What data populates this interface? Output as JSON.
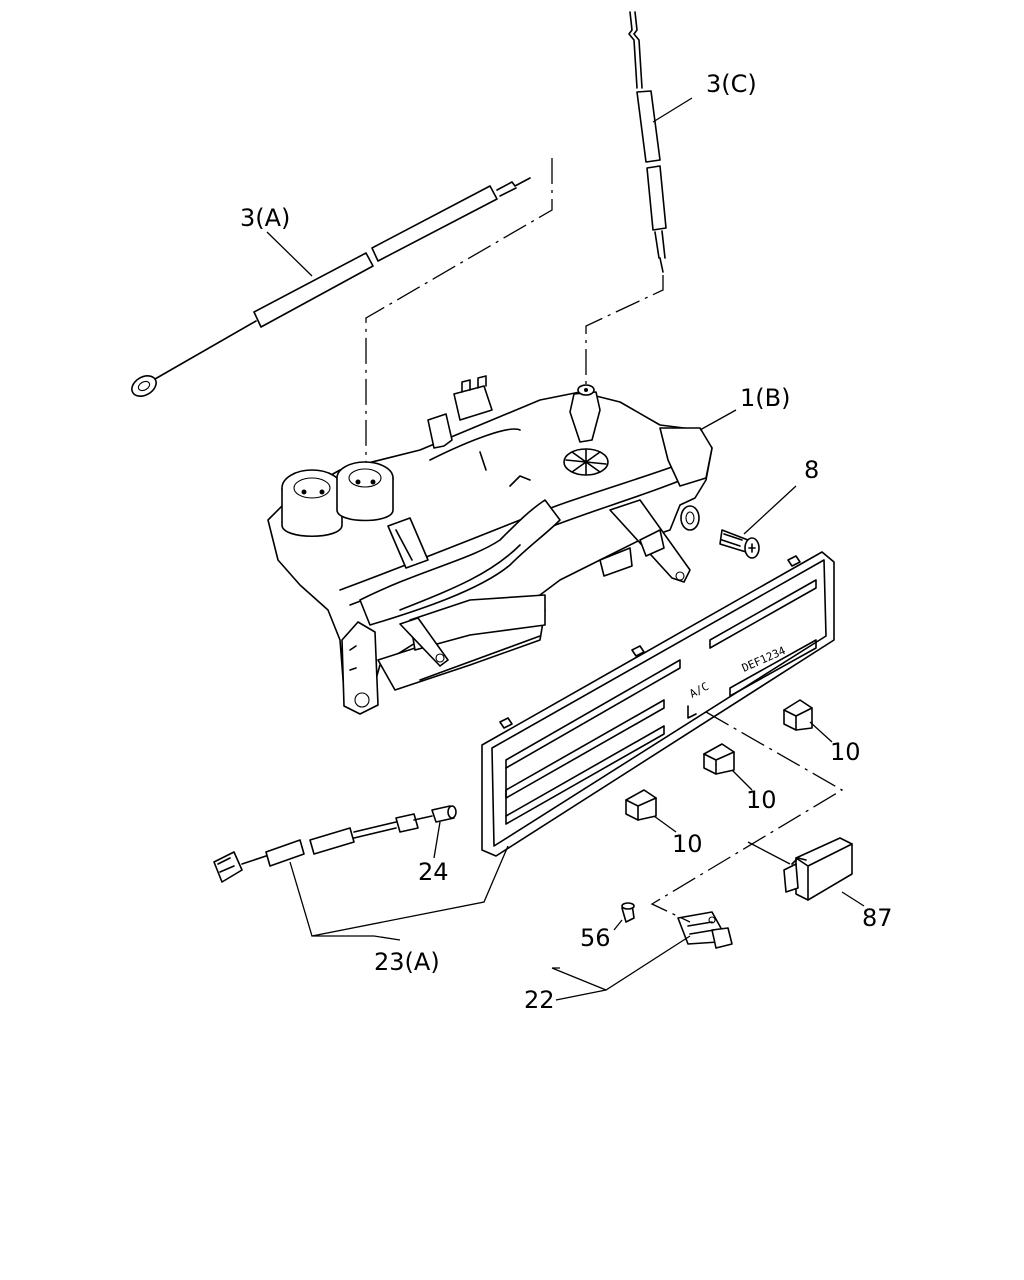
{
  "callouts": {
    "cable_c": "3(C)",
    "cable_a": "3(A)",
    "control_body": "1(B)",
    "screw": "8",
    "knob_1": "10",
    "knob_2": "10",
    "knob_3": "10",
    "bulb_harness": "23(A)",
    "bulb": "24",
    "bulb_holder": "56",
    "switch": "22",
    "blank_cap": "87"
  },
  "panel_text": {
    "mode_marking": "DEF1234",
    "ac_marking": "A/C"
  }
}
